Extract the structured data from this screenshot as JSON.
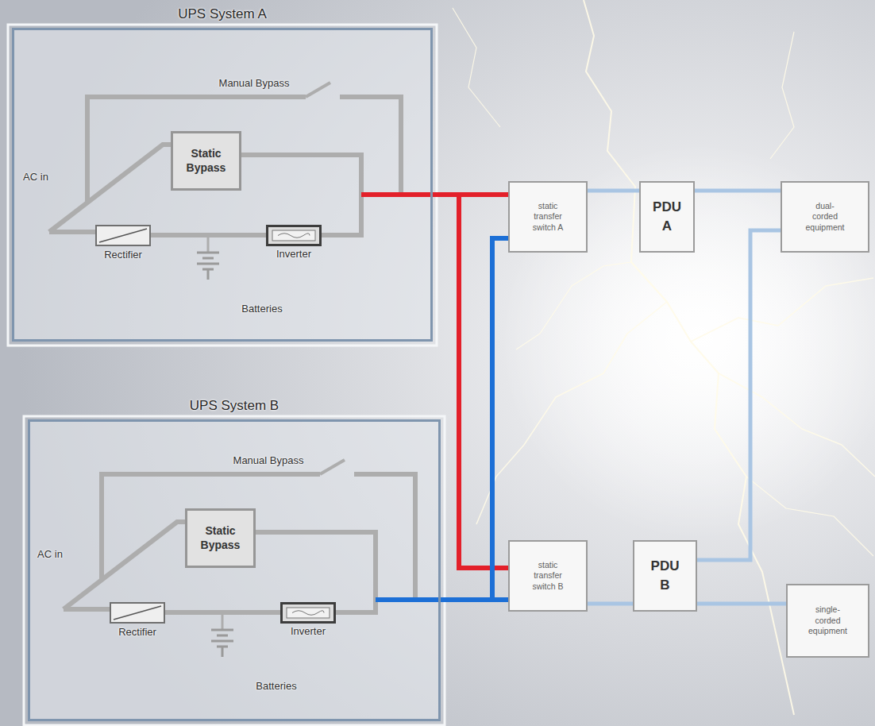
{
  "diagram": {
    "nodes": [
      {
        "text": [
          "UPS System A"
        ]
      },
      {
        "text": [
          "Static Bypass"
        ],
        "in": 0
      },
      {
        "text": [
          "Rectifier"
        ],
        "in": 0
      },
      {
        "text": [
          "Inverter"
        ],
        "in": 0
      },
      {
        "text": [
          "UPS System B"
        ]
      },
      {
        "text": [
          "Static Bypass"
        ],
        "in": 4
      },
      {
        "text": [
          "Rectifier"
        ],
        "in": 4
      },
      {
        "text": [
          "Inverter"
        ],
        "in": 4
      },
      {
        "text": [
          "static transfer switch A"
        ]
      },
      {
        "text": [
          "PDU A"
        ]
      },
      {
        "text": [
          "dual-corded equipment"
        ]
      },
      {
        "text": [
          "static transfer switch B"
        ]
      },
      {
        "text": [
          "PDU B"
        ]
      },
      {
        "text": [
          "single-corded equipment"
        ]
      }
    ],
    "edges": [
      {
        "from": 2,
        "to": 3,
        "arrow": "none"
      },
      {
        "from": 6,
        "to": 7,
        "arrow": "none"
      },
      {
        "from": 0,
        "to": 8,
        "arrow": "none"
      },
      {
        "from": 0,
        "to": 11,
        "arrow": "none"
      },
      {
        "from": 4,
        "to": 11,
        "arrow": "none"
      },
      {
        "from": 4,
        "to": 8,
        "arrow": "none"
      },
      {
        "from": 8,
        "to": 9,
        "arrow": "none"
      },
      {
        "from": 9,
        "to": 10,
        "arrow": "none"
      },
      {
        "from": 11,
        "to": 12,
        "arrow": "none"
      },
      {
        "from": 12,
        "to": 10,
        "arrow": "none"
      },
      {
        "from": 12,
        "to": 13,
        "arrow": "none"
      }
    ],
    "labels": [
      "Manual Bypass",
      "AC in",
      "Batteries",
      "Manual Bypass",
      "AC in",
      "Batteries"
    ]
  }
}
